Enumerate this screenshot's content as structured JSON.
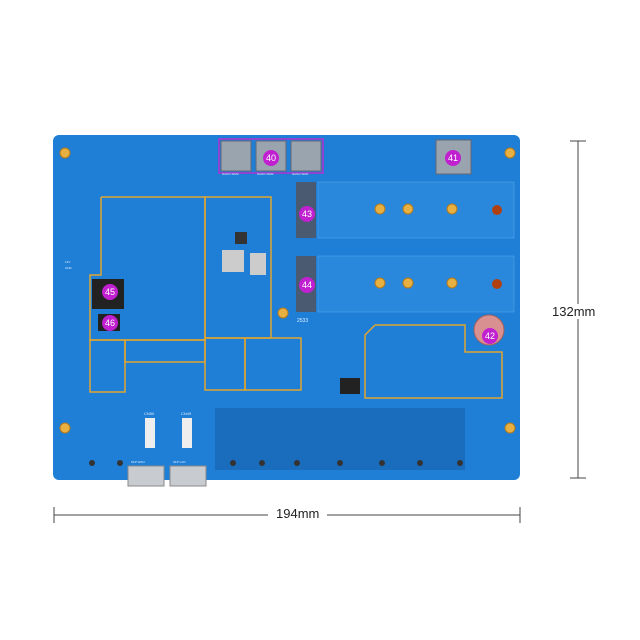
{
  "product_image": {
    "callouts": [
      "40",
      "41",
      "42",
      "43",
      "44",
      "45",
      "46"
    ],
    "board_markings": [
      "NANO SIM3",
      "NANO SIM2",
      "NANO SIM1",
      "CN50",
      "CN49",
      "SFP WAN",
      "SFP LAN",
      "12V",
      "GND",
      "2533"
    ]
  },
  "dimensions": {
    "height_label": "132mm",
    "width_label": "194mm"
  },
  "colors": {
    "board": "#1f7fd6",
    "board_dark": "#1a6cbd",
    "highlight_box": "#e0a530",
    "sim_box": "#b030d0",
    "callout": "#c020d0"
  }
}
